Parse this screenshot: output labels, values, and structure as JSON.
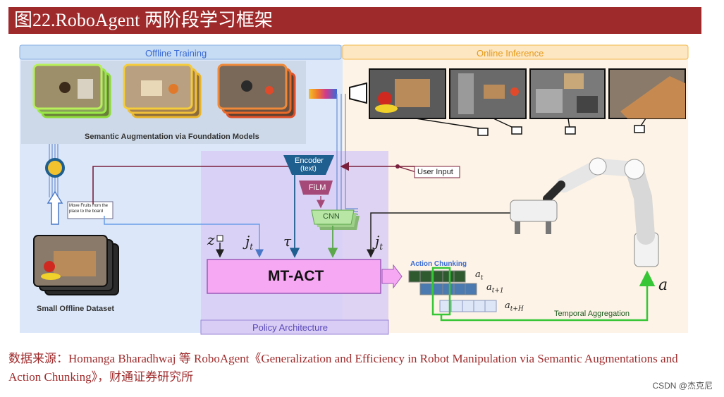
{
  "title": "图22.RoboAgent 两阶段学习框架",
  "diagram": {
    "offline_training": "Offline Training",
    "online_inference": "Online Inference",
    "semantic_augmentation": "Semantic Augmentation via Foundation Models",
    "small_offline_dataset": "Small Offline Dataset",
    "instruction_note": "Move Fruits from the place to the board",
    "encoder": "Encoder",
    "encoder_sub": "(text)",
    "film": "FiLM",
    "cnn": "CNN",
    "user_input": "User Input",
    "z": "z",
    "j_t": "j",
    "t_sub": "t",
    "tau": "τ",
    "mt_act": "MT-ACT",
    "policy_architecture": "Policy Architecture",
    "action_chunking": "Action Chunking",
    "a_t": "a",
    "a_t1_sub": "t+1",
    "a_tH_sub": "t+H",
    "temporal_aggregation": "Temporal Aggregation",
    "a": "a"
  },
  "caption": "数据来源：Homanga Bharadhwaj 等 RoboAgent《Generalization and Efficiency in Robot Manipulation via Semantic Augmentations and Action Chunking》，财通证券研究所",
  "watermark": "CSDN @杰克尼",
  "colors": {
    "title_bg": "#9f2a2b",
    "offline_bg": "#dce8fa",
    "online_bg": "#fdf3e6",
    "policy_bg": "#d9cdf5",
    "mt_act": "#f6a8f2",
    "encoder": "#1f5f8f",
    "film": "#a54a78",
    "cnn": "#9fd08a",
    "temporal_green": "#36c636",
    "user_line": "#7a1f3c"
  }
}
